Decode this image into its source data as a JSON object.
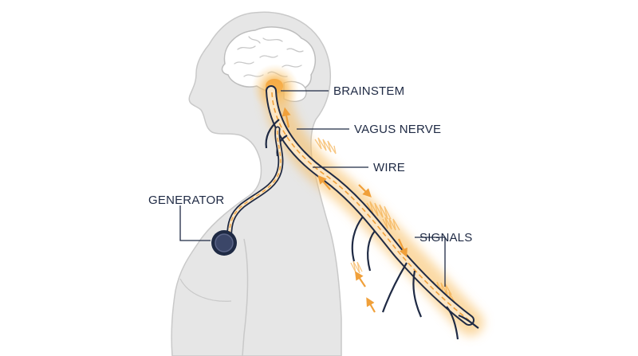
{
  "labels": {
    "brainstem": "BRAINSTEM",
    "vagus_nerve": "VAGUS NERVE",
    "wire": "WIRE",
    "generator": "GENERATOR",
    "signals": "SIGNALS"
  },
  "colors": {
    "background": "#ffffff",
    "body_fill": "#e6e6e6",
    "body_outline": "#c9c9c9",
    "brain_fill": "#ffffff",
    "brain_outline": "#bdbdbd",
    "nerve_outline": "#1f2a44",
    "nerve_fill": "#fce6c4",
    "signal_glow": "#f6b24a",
    "signal_arrow": "#f0a03a",
    "label_text": "#1f2a44",
    "leader_line": "#1f2a44",
    "generator_ring": "#1f2a44",
    "generator_center": "#3b4668"
  },
  "icons": {
    "generator": "generator-device-icon",
    "signal_arrows": "arrow-icon"
  }
}
